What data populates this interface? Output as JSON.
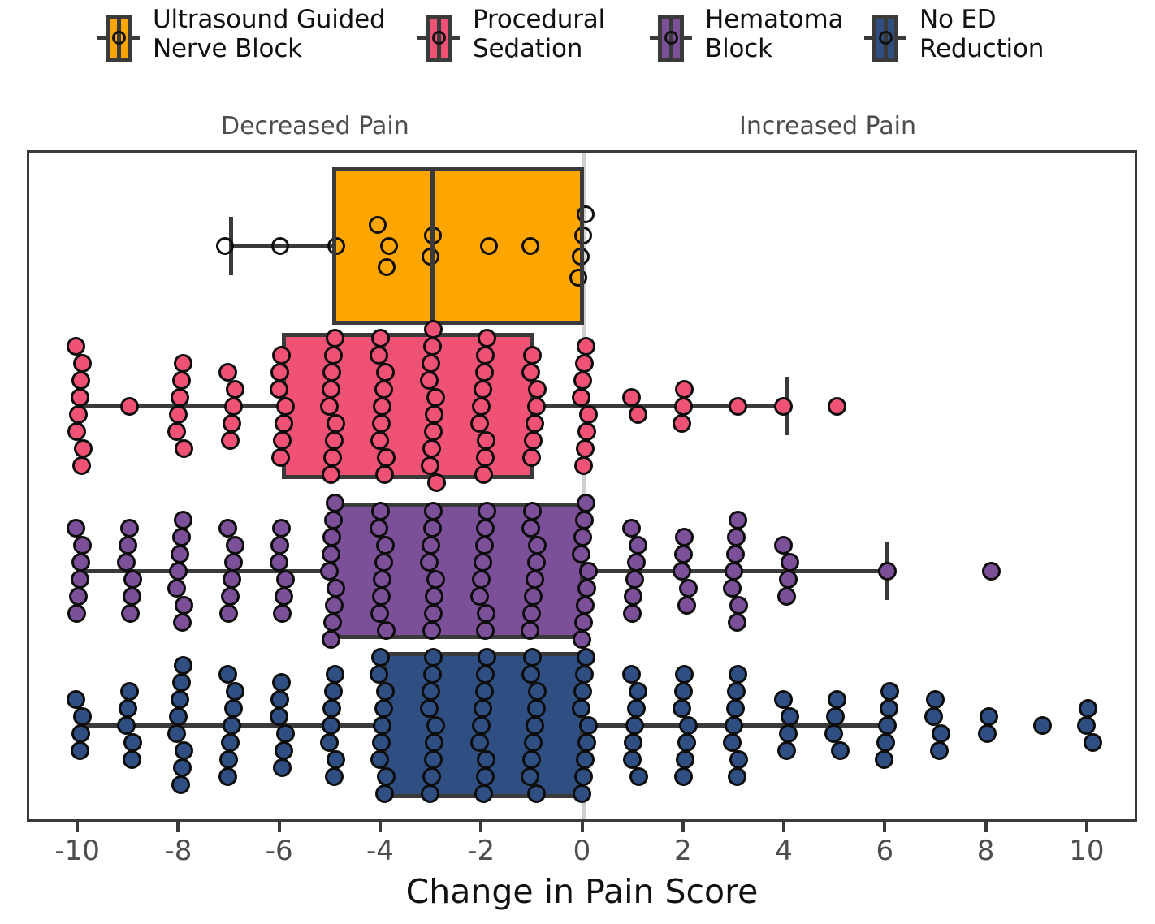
{
  "chart_data": {
    "type": "boxplot",
    "title": "",
    "xlabel": "Change in Pain Score",
    "ylabel": "",
    "xlim": [
      -11,
      11
    ],
    "xticks": [
      -10,
      -8,
      -6,
      -4,
      -2,
      0,
      2,
      4,
      6,
      8,
      10
    ],
    "xticklabels": [
      "-10",
      "-8",
      "-6",
      "-4",
      "-2",
      "0",
      "2",
      "4",
      "6",
      "8",
      "10"
    ],
    "grid": false,
    "zero_reference_line": 0,
    "legend_position": "top",
    "annotations": [
      {
        "text": "Decreased Pain",
        "x": -6.5,
        "position": "above-axis-left"
      },
      {
        "text": "Increased Pain",
        "x": 3.0,
        "position": "above-axis-right"
      }
    ],
    "groups": [
      {
        "name": "Ultrasound Guided Nerve Block",
        "label": "Ultrasound Guided\nNerve Block",
        "color": "#FFA500",
        "outline": "#3a3a3a",
        "point_style": "open",
        "box": {
          "q1": -5,
          "median": -3,
          "q3": 0,
          "whisker_low": -7,
          "whisker_high": 0
        },
        "points": [
          {
            "x": -7,
            "n": 1
          },
          {
            "x": -6,
            "n": 1
          },
          {
            "x": -5,
            "n": 1
          },
          {
            "x": -4,
            "n": 3
          },
          {
            "x": -3,
            "n": 2
          },
          {
            "x": -2,
            "n": 1
          },
          {
            "x": -1,
            "n": 1
          },
          {
            "x": 0,
            "n": 4
          }
        ],
        "n_total": 14
      },
      {
        "name": "Procedural Sedation",
        "label": "Procedural\nSedation",
        "color": "#EF5275",
        "outline": "#3a3a3a",
        "point_style": "filled",
        "box": {
          "q1": -6,
          "median": -4,
          "q3": -1,
          "whisker_low": -10,
          "whisker_high": 4
        },
        "points": [
          {
            "x": -10,
            "n": 8
          },
          {
            "x": -9,
            "n": 1
          },
          {
            "x": -8,
            "n": 6
          },
          {
            "x": -7,
            "n": 5
          },
          {
            "x": -6,
            "n": 7
          },
          {
            "x": -5,
            "n": 9
          },
          {
            "x": -4,
            "n": 9
          },
          {
            "x": -3,
            "n": 10
          },
          {
            "x": -2,
            "n": 9
          },
          {
            "x": -1,
            "n": 7
          },
          {
            "x": 0,
            "n": 8
          },
          {
            "x": 1,
            "n": 2
          },
          {
            "x": 2,
            "n": 3
          },
          {
            "x": 3,
            "n": 1
          },
          {
            "x": 4,
            "n": 1
          },
          {
            "x": 5,
            "n": 1
          }
        ],
        "n_total": 87
      },
      {
        "name": "Hematoma Block",
        "label": "Hematoma\nBlock",
        "color": "#7B5099",
        "outline": "#3a3a3a",
        "point_style": "filled",
        "box": {
          "q1": -5,
          "median": -3,
          "q3": 0,
          "whisker_low": -10,
          "whisker_high": 6
        },
        "points": [
          {
            "x": -10,
            "n": 6
          },
          {
            "x": -9,
            "n": 6
          },
          {
            "x": -8,
            "n": 7
          },
          {
            "x": -7,
            "n": 6
          },
          {
            "x": -6,
            "n": 6
          },
          {
            "x": -5,
            "n": 9
          },
          {
            "x": -4,
            "n": 8
          },
          {
            "x": -3,
            "n": 8
          },
          {
            "x": -2,
            "n": 8
          },
          {
            "x": -1,
            "n": 8
          },
          {
            "x": 0,
            "n": 9
          },
          {
            "x": 1,
            "n": 6
          },
          {
            "x": 2,
            "n": 5
          },
          {
            "x": 3,
            "n": 7
          },
          {
            "x": 4,
            "n": 4
          },
          {
            "x": 6,
            "n": 1
          },
          {
            "x": 8,
            "n": 1
          }
        ],
        "n_total": 105
      },
      {
        "name": "No ED Reduction",
        "label": "No ED\nReduction",
        "color": "#2F4E81",
        "outline": "#3a3a3a",
        "point_style": "filled",
        "box": {
          "q1": -4,
          "median": -2,
          "q3": 0,
          "whisker_low": -10,
          "whisker_high": 6
        },
        "points": [
          {
            "x": -10,
            "n": 4
          },
          {
            "x": -9,
            "n": 5
          },
          {
            "x": -8,
            "n": 8
          },
          {
            "x": -7,
            "n": 7
          },
          {
            "x": -6,
            "n": 6
          },
          {
            "x": -5,
            "n": 7
          },
          {
            "x": -4,
            "n": 9
          },
          {
            "x": -3,
            "n": 9
          },
          {
            "x": -2,
            "n": 9
          },
          {
            "x": -1,
            "n": 9
          },
          {
            "x": 0,
            "n": 9
          },
          {
            "x": 1,
            "n": 7
          },
          {
            "x": 2,
            "n": 7
          },
          {
            "x": 3,
            "n": 7
          },
          {
            "x": 4,
            "n": 4
          },
          {
            "x": 5,
            "n": 4
          },
          {
            "x": 6,
            "n": 5
          },
          {
            "x": 7,
            "n": 4
          },
          {
            "x": 8,
            "n": 2
          },
          {
            "x": 9,
            "n": 1
          },
          {
            "x": 10,
            "n": 3
          }
        ],
        "n_total": 126
      }
    ]
  },
  "legend": {
    "items": [
      {
        "label": "Ultrasound Guided\nNerve Block",
        "color": "#FFA500"
      },
      {
        "label": "Procedural\nSedation",
        "color": "#EF5275"
      },
      {
        "label": "Hematoma\nBlock",
        "color": "#7B5099"
      },
      {
        "label": "No ED\nReduction",
        "color": "#2F4E81"
      }
    ]
  },
  "axis": {
    "xlabel": "Change in Pain Score",
    "ticklabels": [
      "-10",
      "-8",
      "-6",
      "-4",
      "-2",
      "0",
      "2",
      "4",
      "6",
      "8",
      "10"
    ]
  },
  "annotations": {
    "left": "Decreased Pain",
    "right": "Increased Pain"
  },
  "colors": {
    "orange": "#FFA500",
    "pink": "#EF5275",
    "purple": "#7B5099",
    "blue": "#2F4E81",
    "outline": "#3a3a3a",
    "zeroline": "#cfcfcf",
    "annotation_text": "#4d4d4d"
  }
}
